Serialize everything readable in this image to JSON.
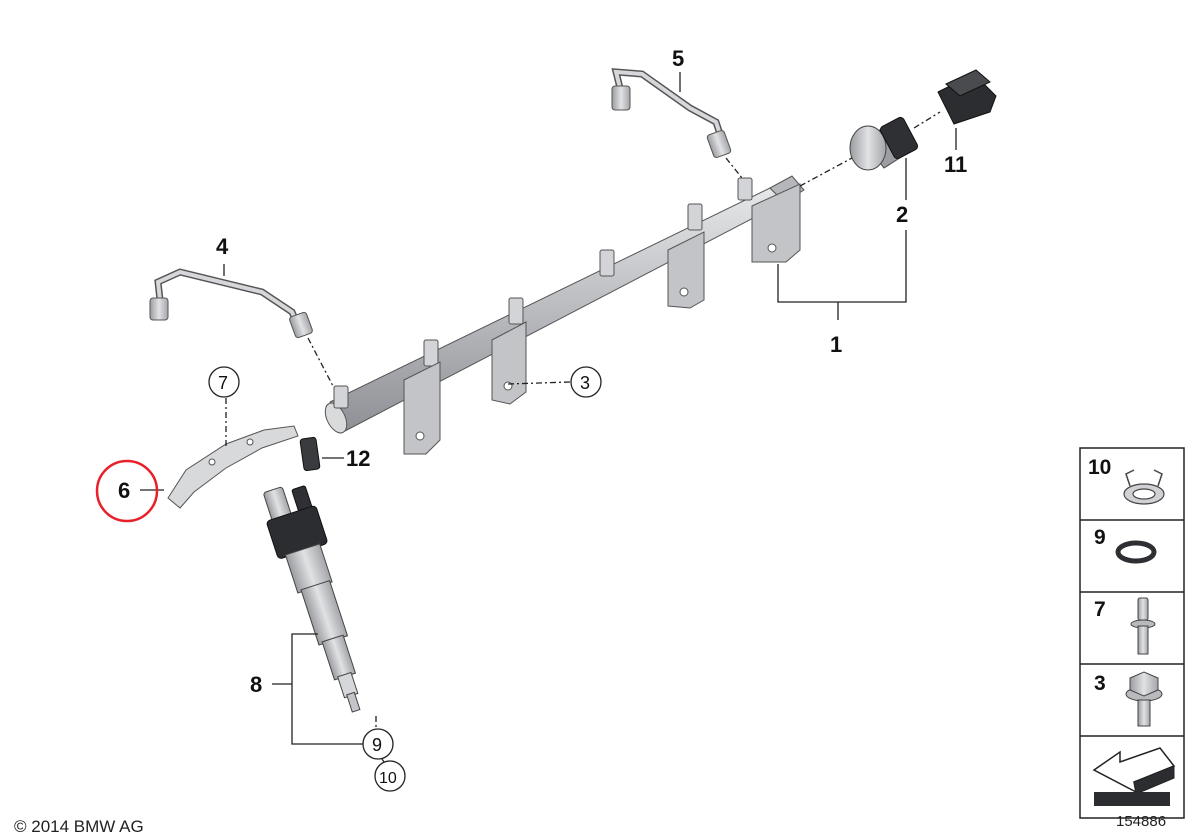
{
  "callouts": {
    "c1": "1",
    "c2": "2",
    "c3": "3",
    "c4": "4",
    "c5": "5",
    "c6": "6",
    "c7": "7",
    "c8": "8",
    "c9": "9",
    "c10": "10",
    "c11": "11",
    "c12": "12"
  },
  "legend": [
    {
      "number": "10",
      "part": "clip-ring"
    },
    {
      "number": "9",
      "part": "o-ring"
    },
    {
      "number": "7",
      "part": "stud-bolt"
    },
    {
      "number": "3",
      "part": "hex-flange-bolt"
    }
  ],
  "highlight": {
    "callout": "6",
    "color": "#e8202a"
  },
  "footer": {
    "copyright": "© 2014 BMW AG",
    "diagram_number": "154886"
  },
  "colors": {
    "part_fill": "#c9cbce",
    "part_dark": "#4a4c50",
    "line": "#222222"
  }
}
